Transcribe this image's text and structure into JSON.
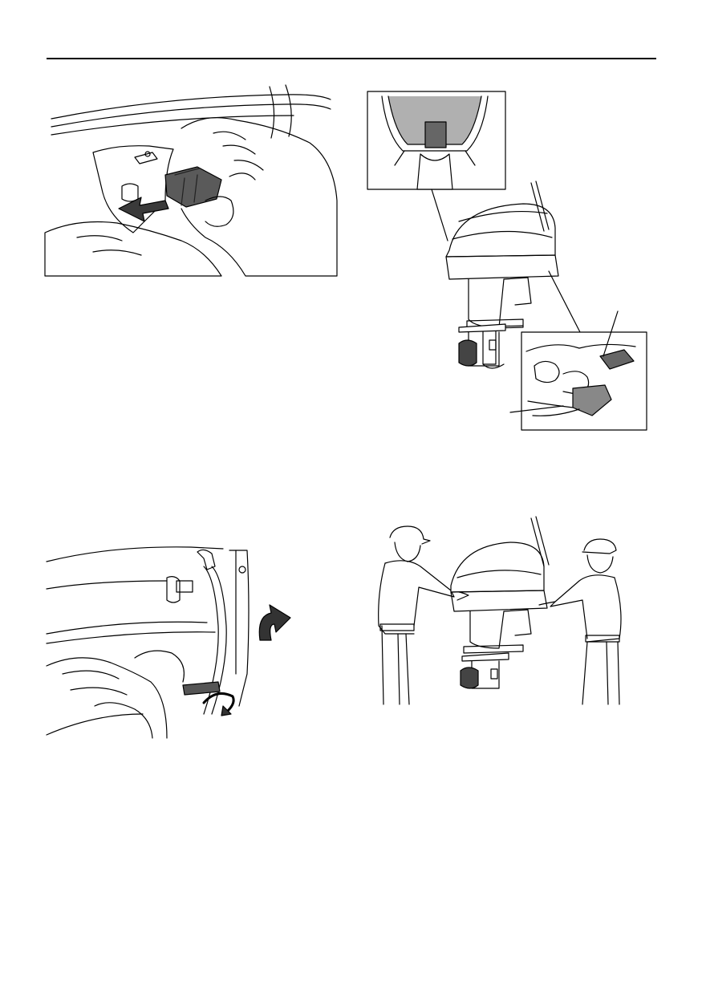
{
  "page": {
    "header_rule": true
  },
  "figures": [
    {
      "id": "connector",
      "icon": "disconnect-connector-illustration"
    },
    {
      "id": "motor-views",
      "icon": "outboard-motor-callout-illustration"
    },
    {
      "id": "tilt",
      "icon": "tilt-lever-illustration"
    },
    {
      "id": "lift",
      "icon": "two-person-lift-illustration"
    }
  ],
  "colors": {
    "line": "#000000",
    "fill": "#ffffff",
    "shade": "#9a9a9a",
    "dark": "#3a3a3a"
  }
}
